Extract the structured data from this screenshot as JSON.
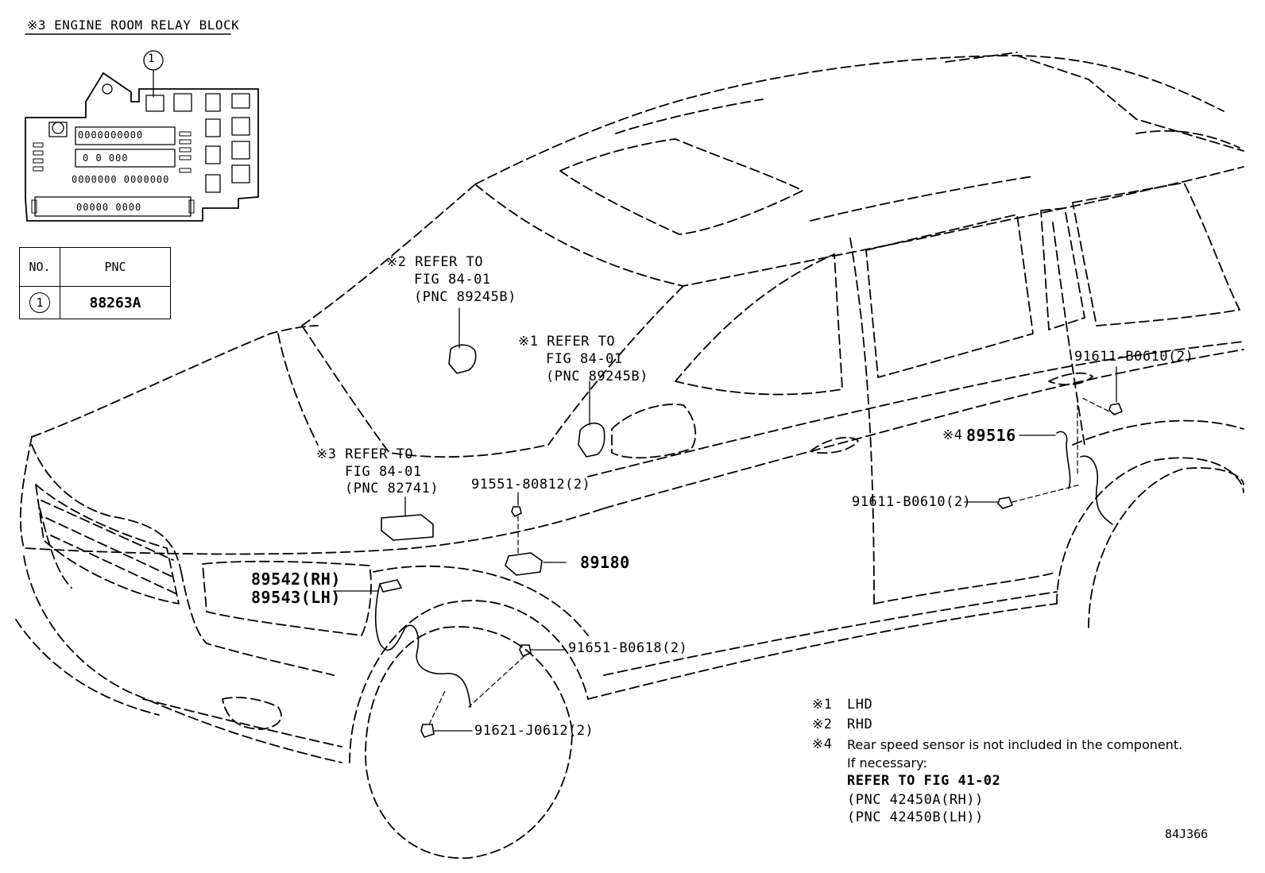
{
  "relay_block": {
    "title": "※3 ENGINE ROOM RELAY BLOCK",
    "marker": "1",
    "inner_text_top": "0000000000",
    "inner_text_mid": "0 0 000",
    "inner_text_row": "0000000 0000000",
    "inner_text_conn": "00000    0000"
  },
  "pnc_table": {
    "headers": [
      "NO.",
      "PNC"
    ],
    "rows": [
      {
        "no": "1",
        "pnc": "88263A"
      }
    ]
  },
  "callouts": {
    "refer_rhd": [
      "※2 REFER TO",
      "FIG 84-01",
      "(PNC 89245B)"
    ],
    "refer_lhd": [
      "※1 REFER TO",
      "FIG 84-01",
      "(PNC 89245B)"
    ],
    "refer_relay": [
      "※3 REFER TO",
      "FIG 84-01",
      "(PNC 82741)"
    ],
    "bolt_91551": "91551-80812(2)",
    "part_89180": "89180",
    "sensor_rh": "89542(RH)",
    "sensor_lh": "89543(LH)",
    "bolt_91651": "91651-B0618(2)",
    "bolt_91621": "91621-J0612(2)",
    "bolt_91611_upper": "91611-B0610(2)",
    "bolt_91611_lower": "91611-B0610(2)",
    "part_89516_mark": "※4",
    "part_89516": "89516"
  },
  "notes": {
    "n1_mark": "※1",
    "n1_text": "LHD",
    "n2_mark": "※2",
    "n2_text": "RHD",
    "n4_mark": "※4",
    "n4_text": "Rear speed sensor is not included in the component.",
    "n4_line2": "If necessary:",
    "n4_refer": "REFER TO FIG 41-02",
    "n4_pnc_rh": "(PNC 42450A(RH))",
    "n4_pnc_lh": "(PNC 42450B(LH))"
  },
  "figure_id": "84J366"
}
